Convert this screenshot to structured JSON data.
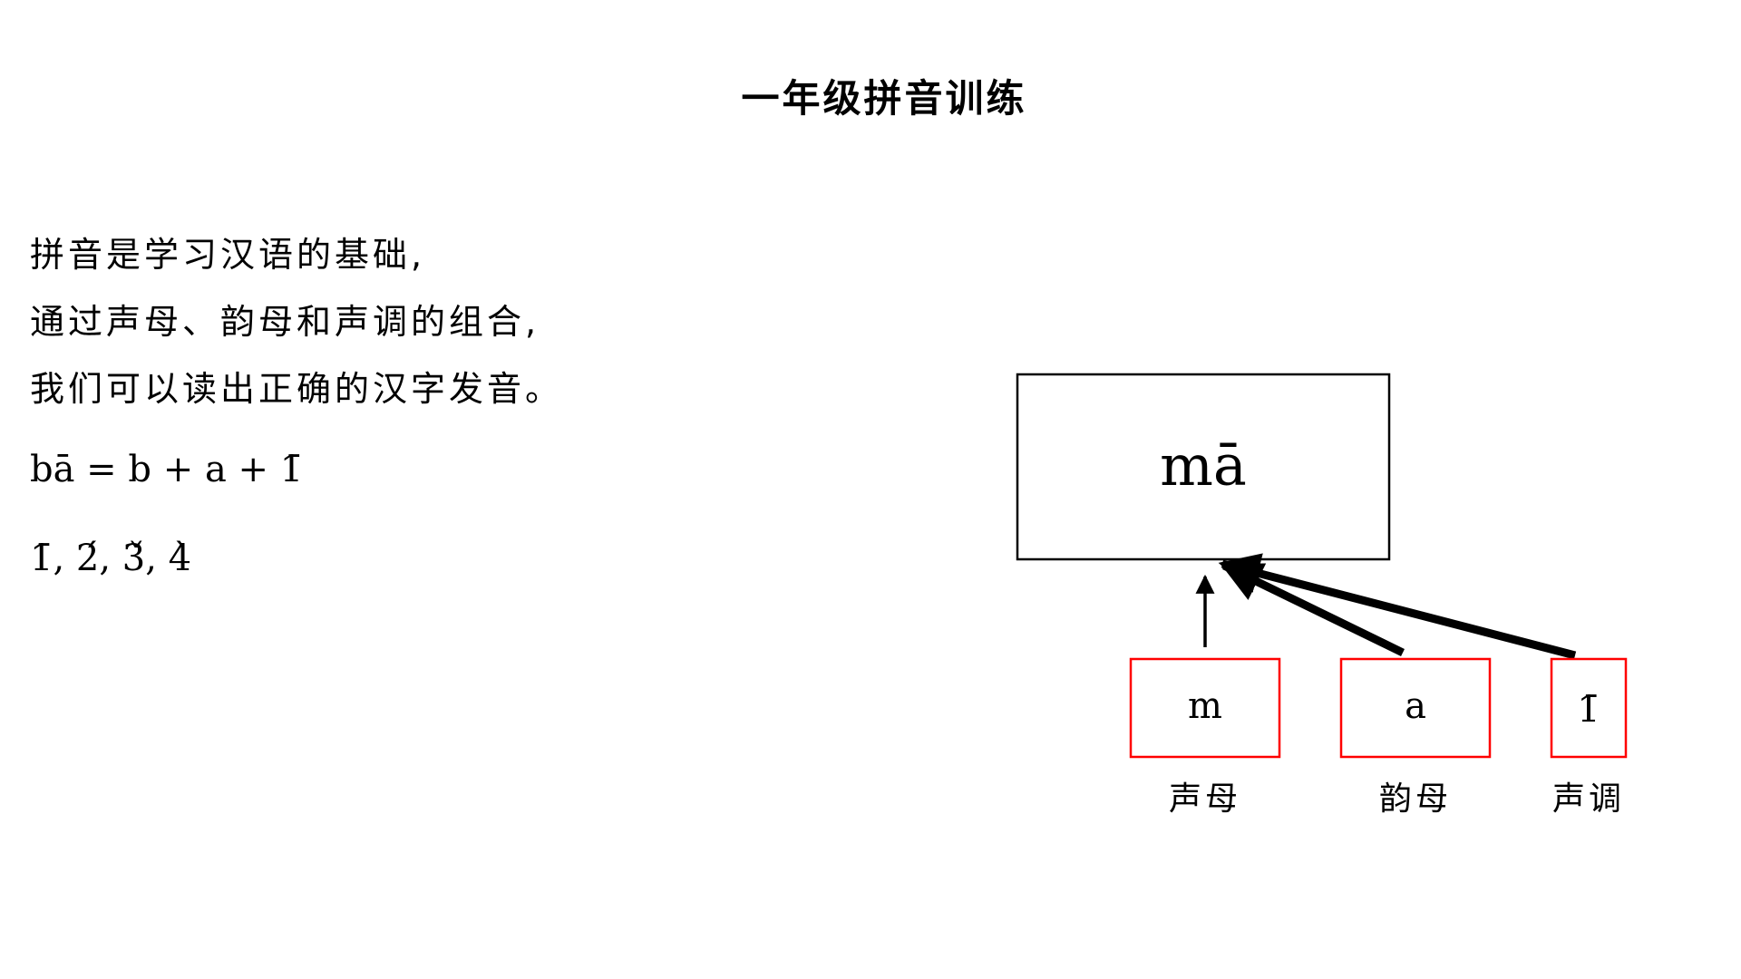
{
  "title": "一年级拼音训练",
  "intro": {
    "lines": [
      "拼音是学习汉语的基础,",
      "通过声母、韵母和声调的组合,",
      "我们可以读出正确的汉字发音。"
    ]
  },
  "formulas": {
    "composition": "bā = b + a + 1̄",
    "tones": "1̄, 2́, 3̌, 4̀"
  },
  "diagram": {
    "result": {
      "text": "mā",
      "border_color": "#000000"
    },
    "parts": [
      {
        "text": "m",
        "label": "声母",
        "border_color": "#ff0000"
      },
      {
        "text": "a",
        "label": "韵母",
        "border_color": "#ff0000"
      },
      {
        "text": "1̄",
        "label": "声调",
        "border_color": "#ff0000"
      }
    ],
    "arrows": [
      {
        "from": "声母",
        "to": "mā",
        "weight": "thin"
      },
      {
        "from": "韵母",
        "to": "mā",
        "weight": "thick"
      },
      {
        "from": "声调",
        "to": "mā",
        "weight": "thick"
      }
    ]
  }
}
